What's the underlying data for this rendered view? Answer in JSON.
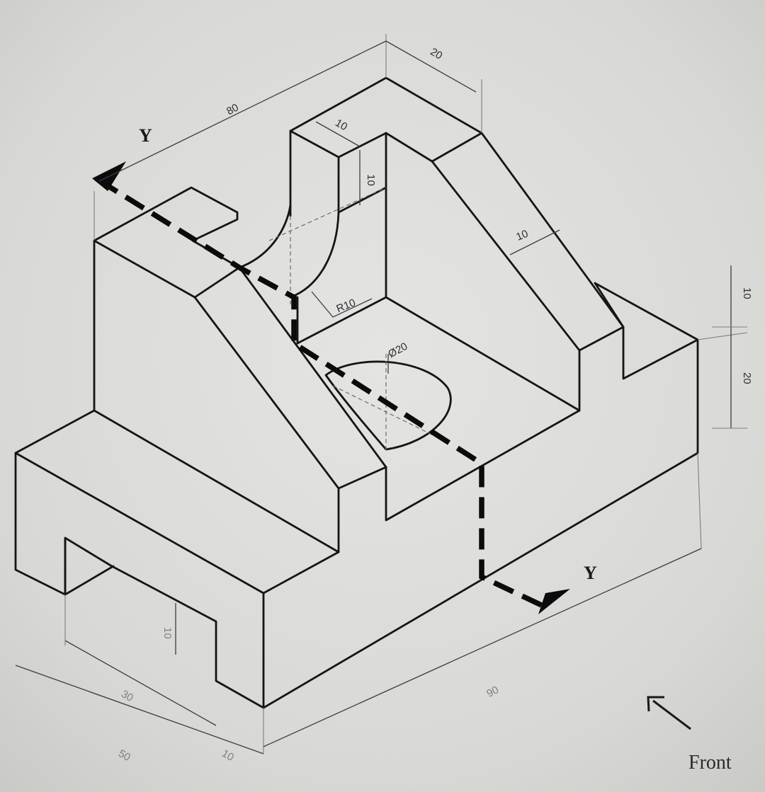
{
  "drawing": {
    "section_labels": {
      "top_left": "Y",
      "bottom_right": "Y"
    },
    "view_label": "Front",
    "dimensions": {
      "length_top": "80",
      "depth_top": "20",
      "top_block_width": "10",
      "top_block_height": "10",
      "rib_width": "10",
      "fillet_radius": "R10",
      "hole_diameter": "Ø20",
      "right_top_height": "10",
      "right_bottom_height": "20",
      "bottom_length": "90",
      "foot_height": "10",
      "left_depth": "30",
      "left_total": "50",
      "left_step": "10"
    }
  }
}
